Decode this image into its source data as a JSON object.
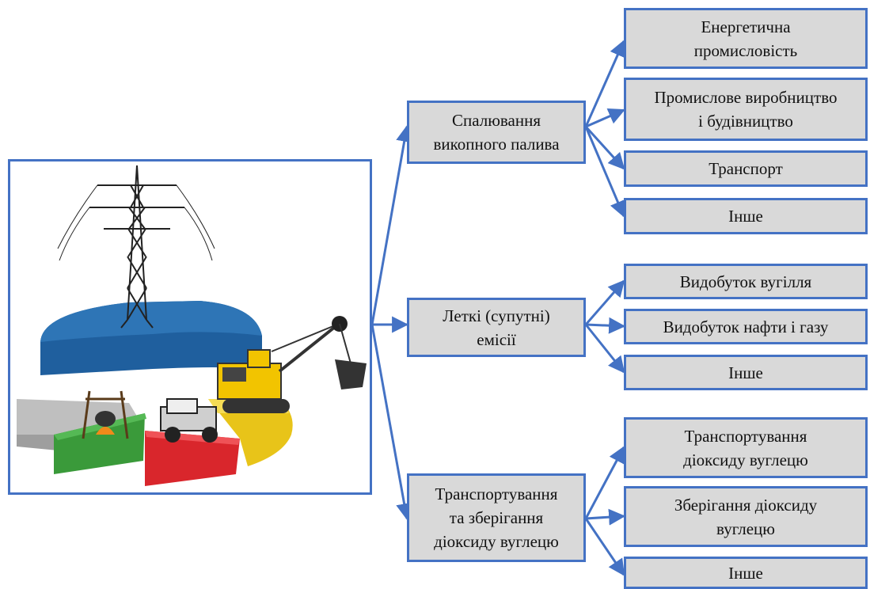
{
  "colors": {
    "box_fill": "#d9d9d9",
    "box_border": "#4472c4",
    "arrow": "#4472c4",
    "pie_blue": "#2e75b6",
    "pie_green": "#3a9a3a",
    "pie_red": "#d9262c",
    "pie_yellow": "#e8c419",
    "pie_gray": "#bfbfbf"
  },
  "illustration": {
    "icons": [
      "power-pylon-icon",
      "excavator-icon",
      "vintage-car-icon",
      "campfire-pot-icon",
      "pie-chart-icon"
    ]
  },
  "categories": [
    {
      "label": "Спалювання\nвикопного палива",
      "children": [
        "Енергетична\nпромисловість",
        "Промислове виробництво\nі будівництво",
        "Транспорт",
        "Інше"
      ]
    },
    {
      "label": "Леткі (супутні)\nемісії",
      "children": [
        "Видобуток вугілля",
        "Видобуток нафти і газу",
        "Інше"
      ]
    },
    {
      "label": "Транспортування\nта зберігання\nдіоксиду вуглецю",
      "children": [
        "Транспортування\nдіоксиду вуглецю",
        "Зберігання діоксиду\nвуглецю",
        "Інше"
      ]
    }
  ]
}
